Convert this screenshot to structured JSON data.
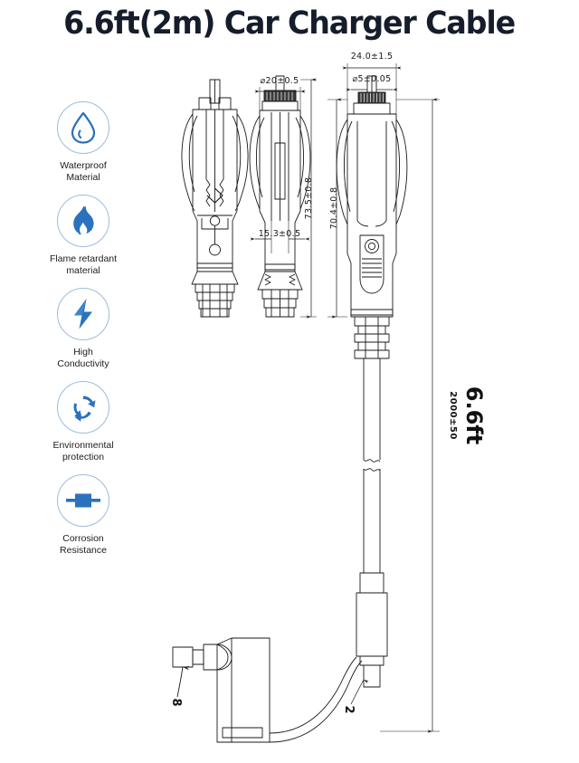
{
  "page": {
    "title": "6.6ft(2m) Car Charger Cable",
    "background_color": "#ffffff",
    "title_color": "#151d2b",
    "accent_blue": "#2a72bd",
    "circle_border_color": "#9cbcdd",
    "line_color": "#1a1a1a"
  },
  "features": [
    {
      "icon": "water-drop-icon",
      "label": "Waterproof\nMaterial"
    },
    {
      "icon": "flame-icon",
      "label": "Flame retardant\nmaterial"
    },
    {
      "icon": "lightning-bolt-icon",
      "label": "High\nConductivity"
    },
    {
      "icon": "recycle-icon",
      "label": "Environmental\nprotection"
    },
    {
      "icon": "component-icon",
      "label": "Corrosion\nResistance"
    }
  ],
  "diagram": {
    "dimensions": {
      "plug_outer_diameter": "24.0±1.5",
      "center_pin_diameter": "⌀5±0.05",
      "body_diameter": "⌀20±0.5",
      "tail_diameter": "15.3±0.5",
      "total_plug_length": "73.5±0.8",
      "body_length": "70.4±0.8"
    },
    "cable_length": {
      "imperial": "6.6ft",
      "metric": "2000±50"
    },
    "callouts": [
      {
        "name": "dc-connector-callout",
        "text": "8"
      },
      {
        "name": "cable-tip-callout",
        "text": "2"
      }
    ],
    "views": [
      {
        "name": "internal-plug-view"
      },
      {
        "name": "section-plug-view"
      },
      {
        "name": "outline-plug-view"
      },
      {
        "name": "right-angle-dc-connector-view"
      }
    ]
  }
}
